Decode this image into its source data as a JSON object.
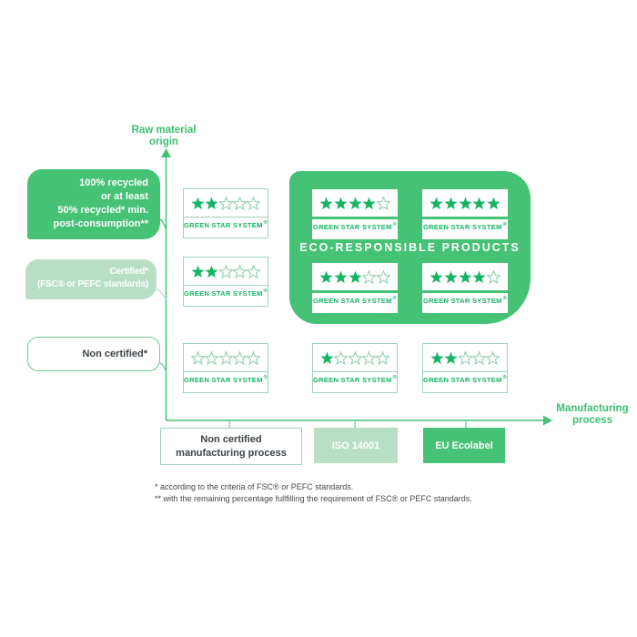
{
  "colors": {
    "green": "#45c276",
    "green_bright": "#14b464",
    "green_mid": "#6fcb97",
    "green_light": "#b8dfc5",
    "border_light": "#a3d2b9",
    "star_filled": "#14b464",
    "star_empty_outline": "#98d0b2",
    "axis_green": "#3cbf70",
    "text_dark": "#3c4246",
    "text_gray": "#474747"
  },
  "axes": {
    "y_label": [
      "Raw material",
      "origin"
    ],
    "x_label": [
      "Manufacturing",
      "process"
    ]
  },
  "row_labels": {
    "recycled": {
      "lines": [
        "100% recycled",
        "or at least",
        "50% recycled* min.",
        "post-consumption**"
      ]
    },
    "certified": {
      "lines": [
        "Certified*",
        "(FSC® or PEFC standards)"
      ]
    },
    "non_certified": {
      "lines": [
        "Non certified*"
      ]
    }
  },
  "column_labels": {
    "non_certified": {
      "lines": [
        "Non certified",
        "manufacturing process"
      ]
    },
    "iso": {
      "lines": [
        "ISO 14001"
      ]
    },
    "eu_ecolabel": {
      "lines": [
        "EU Ecolabel"
      ]
    }
  },
  "panel": {
    "title": "ECO-RESPONSIBLE PRODUCTS"
  },
  "badge": {
    "label": "GREEN STAR SYSTEM",
    "registered": "®"
  },
  "grid": {
    "max_stars": 5,
    "rows": [
      {
        "cells": [
          {
            "stars": 2
          },
          {
            "stars": 4
          },
          {
            "stars": 5
          }
        ]
      },
      {
        "cells": [
          {
            "stars": 2
          },
          {
            "stars": 3
          },
          {
            "stars": 4
          }
        ]
      },
      {
        "cells": [
          {
            "stars": 0
          },
          {
            "stars": 1
          },
          {
            "stars": 2
          }
        ]
      }
    ]
  },
  "footnotes": [
    "* according to the criteria of FSC® or PEFC standards.",
    "** with the remaining percentage fullfilling the requirement of  FSC® or PEFC standards."
  ]
}
